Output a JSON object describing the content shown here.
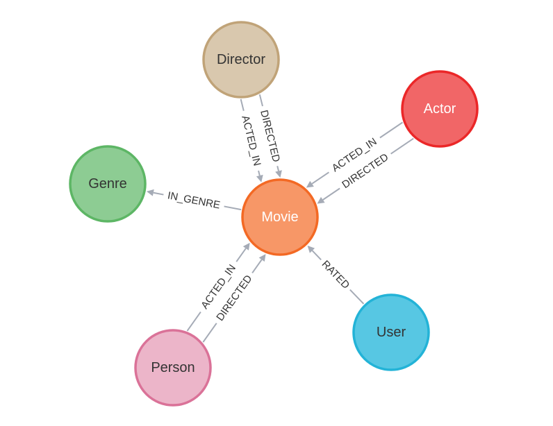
{
  "graph": {
    "nodes": [
      {
        "id": "director",
        "label": "Director",
        "fill": "#d9c8ae",
        "stroke": "#c0a378",
        "text_color": "#333333"
      },
      {
        "id": "actor",
        "label": "Actor",
        "fill": "#f16667",
        "stroke": "#eb2728",
        "text_color": "#ffffff"
      },
      {
        "id": "genre",
        "label": "Genre",
        "fill": "#8dcc93",
        "stroke": "#5db665",
        "text_color": "#333333"
      },
      {
        "id": "movie",
        "label": "Movie",
        "fill": "#f79767",
        "stroke": "#f36924",
        "text_color": "#ffffff"
      },
      {
        "id": "person",
        "label": "Person",
        "fill": "#ecb5c9",
        "stroke": "#da7298",
        "text_color": "#333333"
      },
      {
        "id": "user",
        "label": "User",
        "fill": "#57c7e3",
        "stroke": "#23b3d7",
        "text_color": "#333333"
      }
    ],
    "relationships": [
      {
        "id": "director-acted-in",
        "label": "ACTED_IN",
        "from": "director",
        "to": "movie"
      },
      {
        "id": "director-directed",
        "label": "DIRECTED",
        "from": "director",
        "to": "movie"
      },
      {
        "id": "actor-acted-in",
        "label": "ACTED_IN",
        "from": "actor",
        "to": "movie"
      },
      {
        "id": "actor-directed",
        "label": "DIRECTED",
        "from": "actor",
        "to": "movie"
      },
      {
        "id": "movie-in-genre",
        "label": "IN_GENRE",
        "from": "movie",
        "to": "genre"
      },
      {
        "id": "person-directed",
        "label": "DIRECTED",
        "from": "person",
        "to": "movie"
      },
      {
        "id": "person-acted-in",
        "label": "ACTED_IN",
        "from": "person",
        "to": "movie"
      },
      {
        "id": "user-rated",
        "label": "RATED",
        "from": "user",
        "to": "movie"
      }
    ]
  }
}
